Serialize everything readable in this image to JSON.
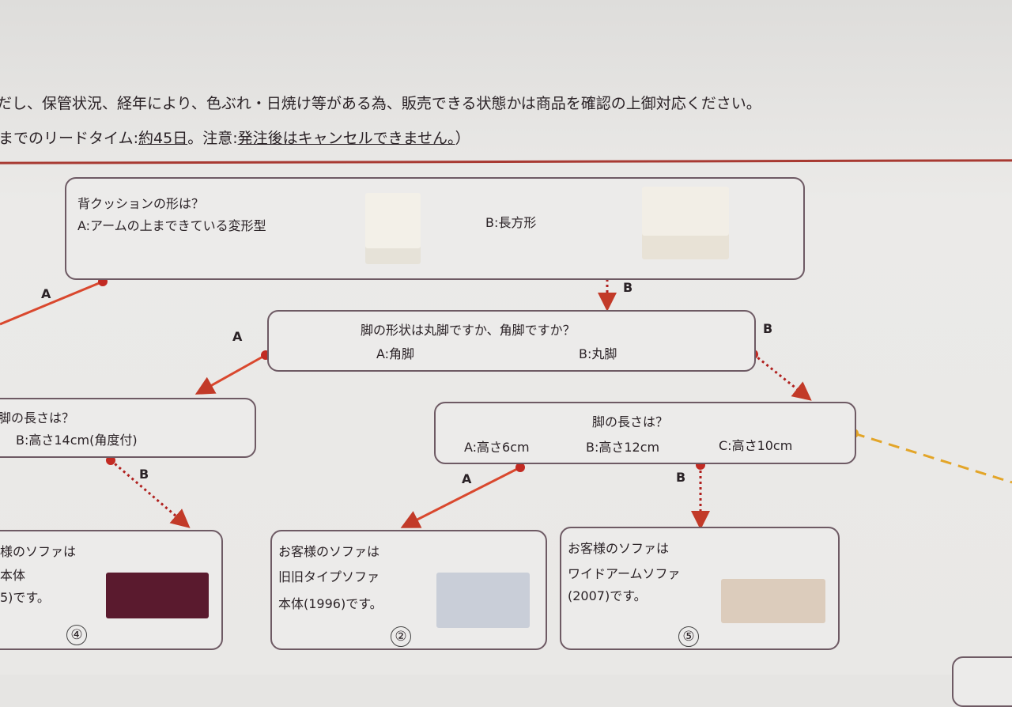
{
  "header": {
    "line1": "だし、保管状況、経年により、色ぶれ・日焼け等がある為、販売できる状態かは商品を確認の上御対応ください。",
    "line2_prefix": "までのリードタイム:",
    "line2_days": "約45日",
    "line2_mid": "。注意:",
    "line2_warning": "発注後はキャンセルできません。",
    "line2_suffix": "）"
  },
  "q1": {
    "title": "背クッションの形は？",
    "option_a": "A:アームの上まできている変形型",
    "option_b": "B:長方形"
  },
  "q2": {
    "title": "脚の形状は丸脚ですか、角脚ですか？",
    "option_a": "A:角脚",
    "option_b": "B:丸脚"
  },
  "q3left": {
    "title": "脚の長さは？",
    "option_b": "B:高さ14cm(角度付)"
  },
  "q3right": {
    "title": "脚の長さは？",
    "option_a": "A:高さ6cm",
    "option_b": "B:高さ12cm",
    "option_c": "C:高さ10cm"
  },
  "labels": {
    "a": "A",
    "b": "B"
  },
  "results": [
    {
      "line1": "様のソファは",
      "line2": "本体",
      "line3": "5)です。",
      "number": "④",
      "color": "#5a1a2e"
    },
    {
      "line1": "お客様のソファは",
      "line2": "旧旧タイプソファ",
      "line3": "本体(1996)です。",
      "number": "②",
      "color": "#c9ced8"
    },
    {
      "line1": "お客様のソファは",
      "line2": "ワイドアームソファ",
      "line3": "(2007)です。",
      "number": "⑤",
      "color": "#dcccbc"
    }
  ],
  "colors": {
    "solid_arrow": "#d9482e",
    "dotted_arrow": "#b0201e",
    "dashed": "#e3a528",
    "border": "#6e5a64"
  }
}
